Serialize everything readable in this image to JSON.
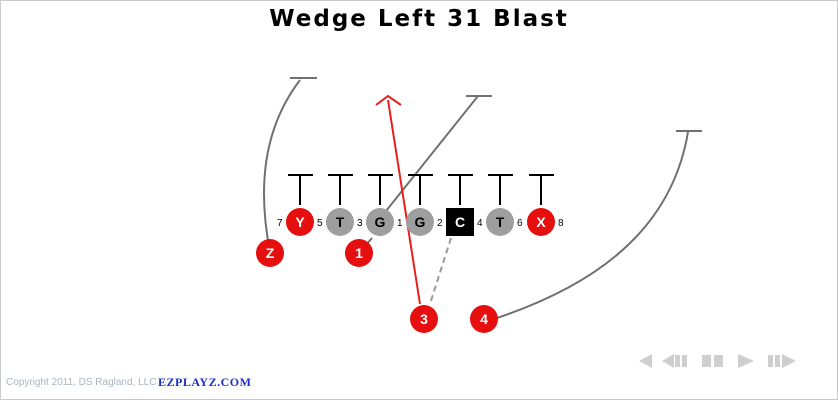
{
  "play": {
    "title": "Wedge Left 31 Blast"
  },
  "colors": {
    "offense_red": "#e60f0f",
    "lineman_gray": "#9e9e9e",
    "center_black": "#000000",
    "route_gray": "#707070",
    "ball_carrier_red": "#e62020",
    "control_gray": "#cfcfcf"
  },
  "players": [
    {
      "id": "z",
      "label": "Z"
    },
    {
      "id": "y",
      "label": "Y"
    },
    {
      "id": "lt",
      "label": "T"
    },
    {
      "id": "lg",
      "label": "G"
    },
    {
      "id": "rg",
      "label": "G"
    },
    {
      "id": "c",
      "label": "C"
    },
    {
      "id": "rt",
      "label": "T"
    },
    {
      "id": "x",
      "label": "X"
    },
    {
      "id": "b1",
      "label": "1"
    },
    {
      "id": "b3",
      "label": "3"
    },
    {
      "id": "b4",
      "label": "4"
    }
  ],
  "gaps": [
    "7",
    "5",
    "3",
    "1",
    "2",
    "4",
    "6",
    "8"
  ],
  "footer": {
    "copyright": "Copyright 2011, DS Ragland, LLC",
    "brand": "EZPLAYZ.COM"
  },
  "controls": [
    {
      "id": "first",
      "icon": "skip-back-icon"
    },
    {
      "id": "back",
      "icon": "rewind-icon"
    },
    {
      "id": "pause",
      "icon": "pause-icon"
    },
    {
      "id": "play",
      "icon": "play-icon"
    },
    {
      "id": "forward",
      "icon": "fast-forward-icon"
    }
  ]
}
